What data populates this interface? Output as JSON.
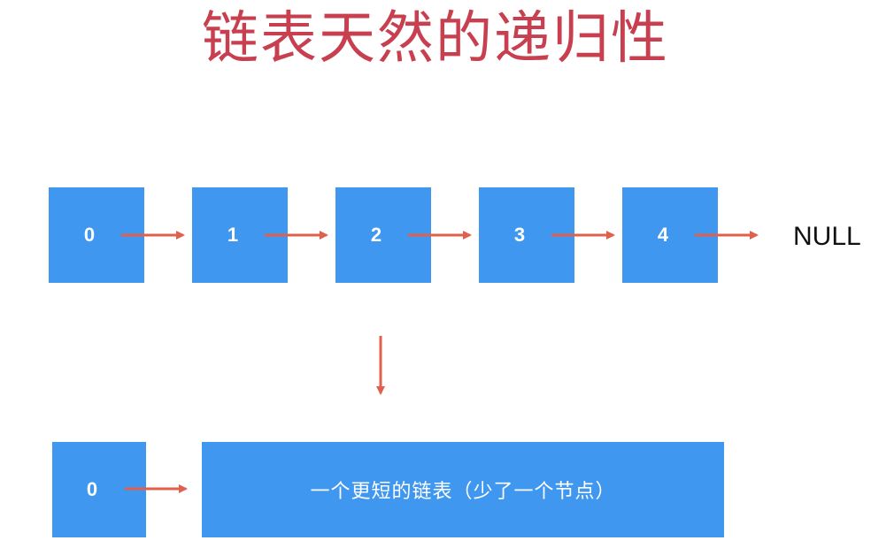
{
  "title": "链表天然的递归性",
  "top_list": {
    "nodes": [
      "0",
      "1",
      "2",
      "3",
      "4"
    ],
    "terminal": "NULL"
  },
  "bottom_list": {
    "head": "0",
    "rest_label": "一个更短的链表（少了一个节点）"
  },
  "colors": {
    "title": "#c8404f",
    "node": "#3f97f0",
    "arrow": "#e0604c",
    "text": "#111111"
  }
}
